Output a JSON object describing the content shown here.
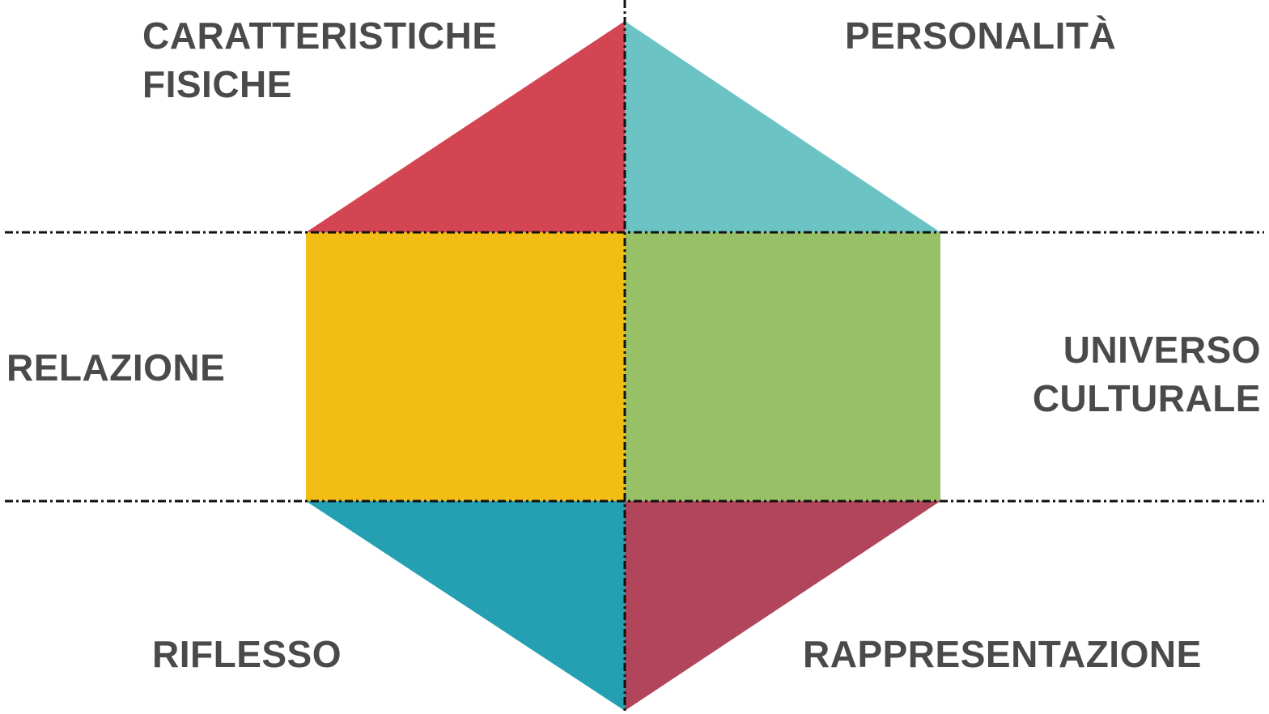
{
  "diagram": {
    "segments": {
      "top_left": {
        "label_lines": [
          "CARATTERISTICHE",
          "FISICHE"
        ],
        "color": "#d44553"
      },
      "top_right": {
        "label_lines": [
          "PERSONALITÀ"
        ],
        "color": "#6cc3c4"
      },
      "middle_left": {
        "label_lines": [
          "RELAZIONE"
        ],
        "color": "#f2bd14"
      },
      "middle_right": {
        "label_lines": [
          "UNIVERSO",
          "CULTURALE"
        ],
        "color": "#98c167"
      },
      "bottom_left": {
        "label_lines": [
          "RIFLESSO"
        ],
        "color": "#24a0b2"
      },
      "bottom_right": {
        "label_lines": [
          "RAPPRESENTAZIONE"
        ],
        "color": "#b0455b"
      }
    },
    "text_color": "#4a4a4a",
    "guide_color": "#111111"
  }
}
